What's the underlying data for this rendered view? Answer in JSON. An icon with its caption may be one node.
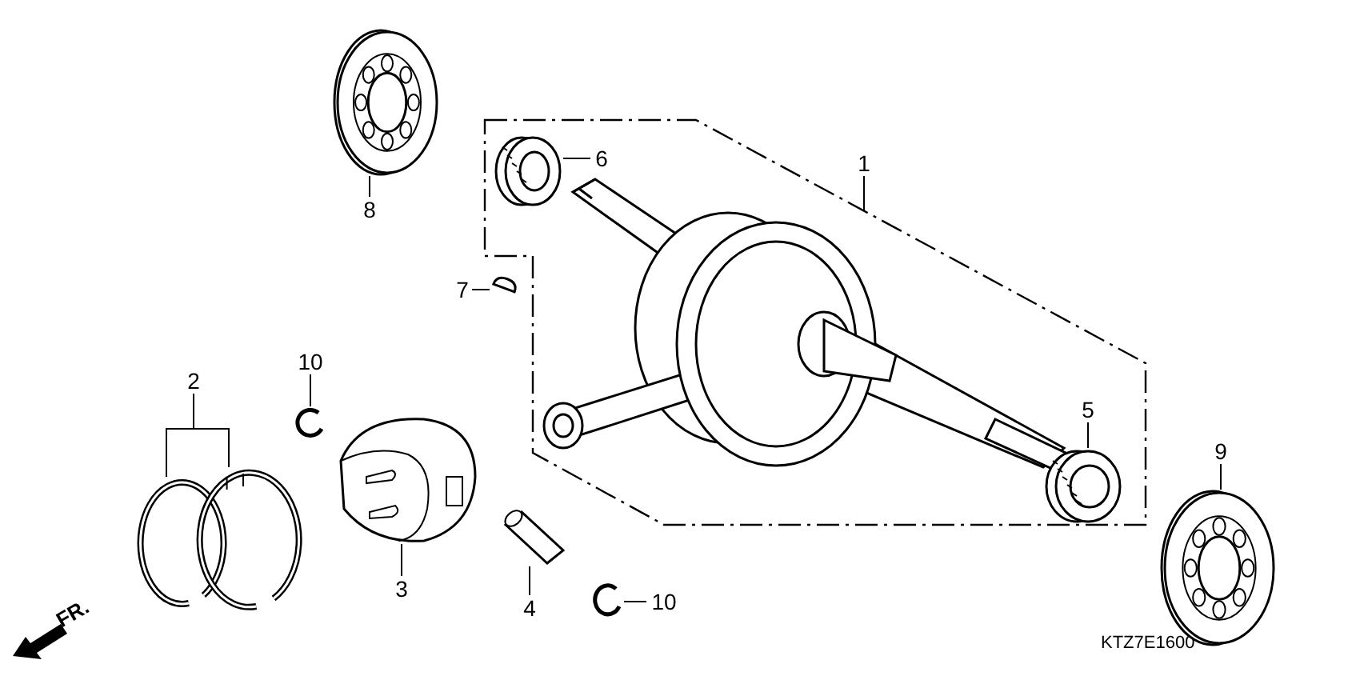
{
  "diagram": {
    "nodes": [
      {
        "text": [
          "1"
        ]
      },
      {
        "text": [],
        "shape": "box"
      },
      {
        "text": [
          "2"
        ]
      },
      {
        "text": [],
        "shape": "picture"
      },
      {
        "text": [],
        "shape": "picture"
      },
      {
        "text": [
          "3"
        ]
      },
      {
        "text": [],
        "shape": "picture"
      },
      {
        "text": [
          "4"
        ]
      },
      {
        "text": [],
        "shape": "picture"
      },
      {
        "text": [
          "5"
        ],
        "in": 1
      },
      {
        "text": [],
        "shape": "picture",
        "in": 1
      },
      {
        "text": [
          "6"
        ],
        "in": 1
      },
      {
        "text": [],
        "shape": "picture",
        "in": 1
      },
      {
        "text": [
          "7"
        ]
      },
      {
        "text": [],
        "shape": "picture",
        "in": 1
      },
      {
        "text": [
          "8"
        ]
      },
      {
        "text": [],
        "shape": "picture"
      },
      {
        "text": [
          "9"
        ]
      },
      {
        "text": [],
        "shape": "picture"
      },
      {
        "text": [
          "10"
        ]
      },
      {
        "text": [],
        "shape": "picture"
      },
      {
        "text": [
          "10"
        ]
      },
      {
        "text": [],
        "shape": "picture"
      }
    ],
    "edges": [
      {
        "from": 0,
        "to": 1,
        "arrow": "none"
      },
      {
        "from": 2,
        "to": 3,
        "arrow": "none"
      },
      {
        "from": 2,
        "to": 4,
        "arrow": "none"
      },
      {
        "from": 5,
        "to": 6,
        "arrow": "none"
      },
      {
        "from": 7,
        "to": 8,
        "arrow": "none"
      },
      {
        "from": 9,
        "to": 10,
        "arrow": "none"
      },
      {
        "from": 11,
        "to": 12,
        "arrow": "none"
      },
      {
        "from": 13,
        "to": 14,
        "arrow": "none"
      },
      {
        "from": 15,
        "to": 16,
        "arrow": "none"
      },
      {
        "from": 17,
        "to": 18,
        "arrow": "none"
      },
      {
        "from": 19,
        "to": 20,
        "arrow": "none"
      },
      {
        "from": 21,
        "to": 22,
        "arrow": "none"
      }
    ],
    "labels": [
      "FR.",
      "KTZ7E1600"
    ]
  }
}
